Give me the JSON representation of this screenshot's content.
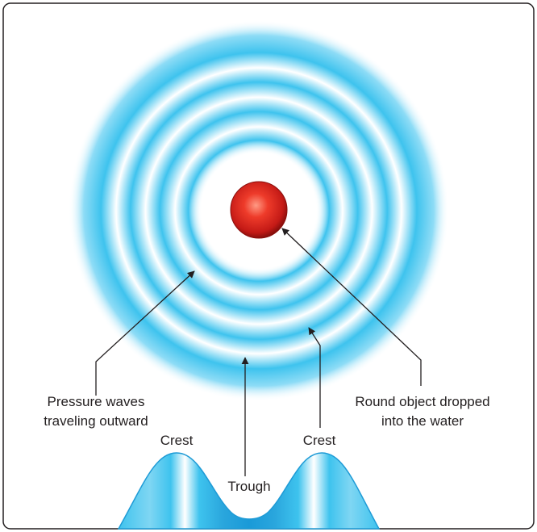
{
  "labels": {
    "pressure_line1": "Pressure waves",
    "pressure_line2": "traveling outward",
    "object_line1": "Round object dropped",
    "object_line2": "into the water",
    "crest_left": "Crest",
    "crest_right": "Crest",
    "trough": "Trough"
  },
  "colors": {
    "wave_blue": "#3ec3ee",
    "ball_red": "#d8201c",
    "border": "#231f20"
  }
}
